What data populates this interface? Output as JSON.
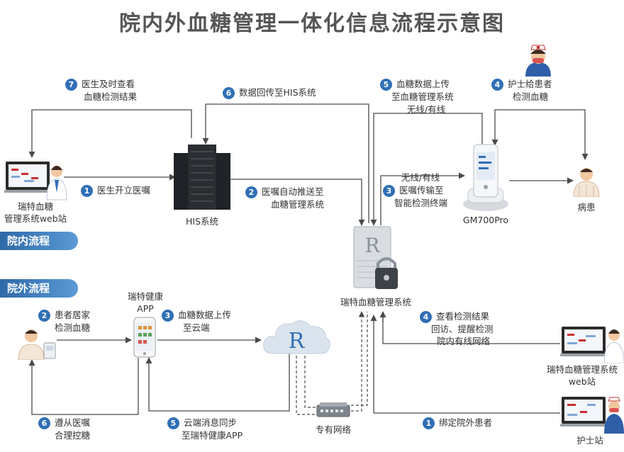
{
  "title": "院内外血糖管理一体化信息流程示意图",
  "sections": {
    "inner": "院内流程",
    "outer": "院外流程"
  },
  "nodes": {
    "web_inner": [
      "瑞特血糖",
      "管理系统web站"
    ],
    "his": "HIS系统",
    "gm700": "GM700Pro",
    "patient": "病患",
    "server": "瑞特血糖管理系统",
    "app": [
      "瑞特健康",
      "APP"
    ],
    "web_outer": [
      "瑞特血糖管理系统",
      "web站"
    ],
    "nurse_station": "护士站",
    "private_net": "专有网络"
  },
  "steps_inner": [
    {
      "n": "1",
      "lines": [
        "医生开立医嘱"
      ]
    },
    {
      "n": "2",
      "lines": [
        "医嘱自动推送至",
        "血糖管理系统"
      ]
    },
    {
      "n": "3",
      "lines": [
        "医嘱传输至",
        "智能检测终端"
      ]
    },
    {
      "n": "4",
      "lines": [
        "护士给患者",
        "检测血糖"
      ]
    },
    {
      "n": "5",
      "lines": [
        "血糖数据上传",
        "至血糖管理系统"
      ]
    },
    {
      "n": "6",
      "lines": [
        "数据回传至HIS系统"
      ]
    },
    {
      "n": "7",
      "lines": [
        "医生及时查看",
        "血糖检测结果"
      ]
    }
  ],
  "steps_outer": [
    {
      "n": "1",
      "lines": [
        "绑定院外患者"
      ]
    },
    {
      "n": "2",
      "lines": [
        "患者居家",
        "检测血糖"
      ]
    },
    {
      "n": "3",
      "lines": [
        "血糖数据上传",
        "至云端"
      ]
    },
    {
      "n": "4",
      "lines": [
        "查看检测结果",
        "回访、提醒检测",
        "院内有线网络"
      ]
    },
    {
      "n": "5",
      "lines": [
        "云端消息同步",
        "至瑞特健康APP"
      ]
    },
    {
      "n": "6",
      "lines": [
        "遵从医嘱",
        "合理控糖"
      ]
    }
  ],
  "conn_labels": {
    "wireless_top": "无线/有线",
    "wireless_mid": "无线/有线"
  },
  "colors": {
    "accent": "#2f6fb5",
    "line": "#4a4a4a",
    "cloud": "#dbe4ee"
  }
}
